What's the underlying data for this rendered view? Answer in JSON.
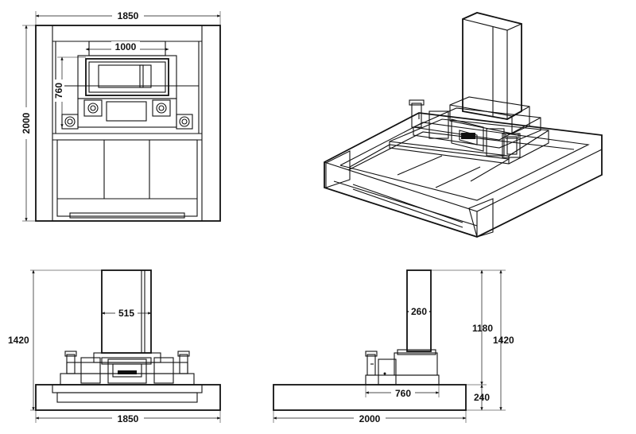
{
  "front_view": {
    "width_label": "1850",
    "depth_label": "2000",
    "inner_width_label": "1000",
    "inner_height_label": "760"
  },
  "elevation_front": {
    "height_label": "1420",
    "stone_width_label": "515",
    "width_label": "1850"
  },
  "elevation_side": {
    "stone_depth_label": "260",
    "stone_height_label": "1180",
    "total_height_label": "1420",
    "base_height_label": "240",
    "platform_depth_label": "760",
    "length_label": "2000"
  }
}
